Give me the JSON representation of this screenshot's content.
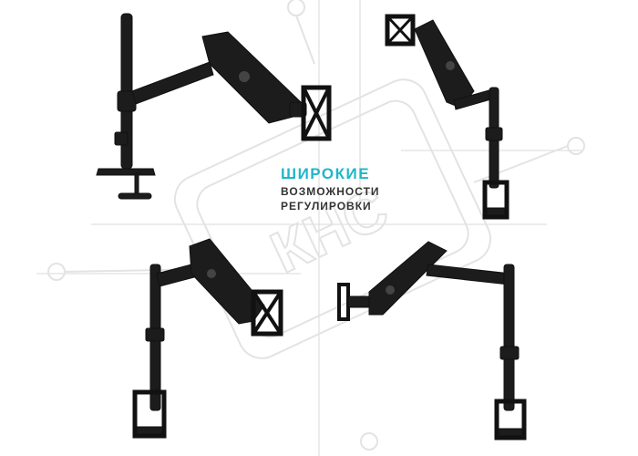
{
  "caption": {
    "accent_line": "ШИРОКИЕ",
    "line2": "ВОЗМОЖНОСТИ",
    "line3": "РЕГУЛИРОВКИ"
  },
  "watermark": {
    "text": "КНС"
  },
  "colors": {
    "accent": "#1fb6c9",
    "mount": "#1a1a1a",
    "guide": "#d6d6d6",
    "watermark": "#e3e3e3"
  },
  "icons": [
    "monitor-arm-mount-photo",
    "vesa-plate-icon",
    "desk-clamp-icon",
    "brand-logo-icon"
  ]
}
